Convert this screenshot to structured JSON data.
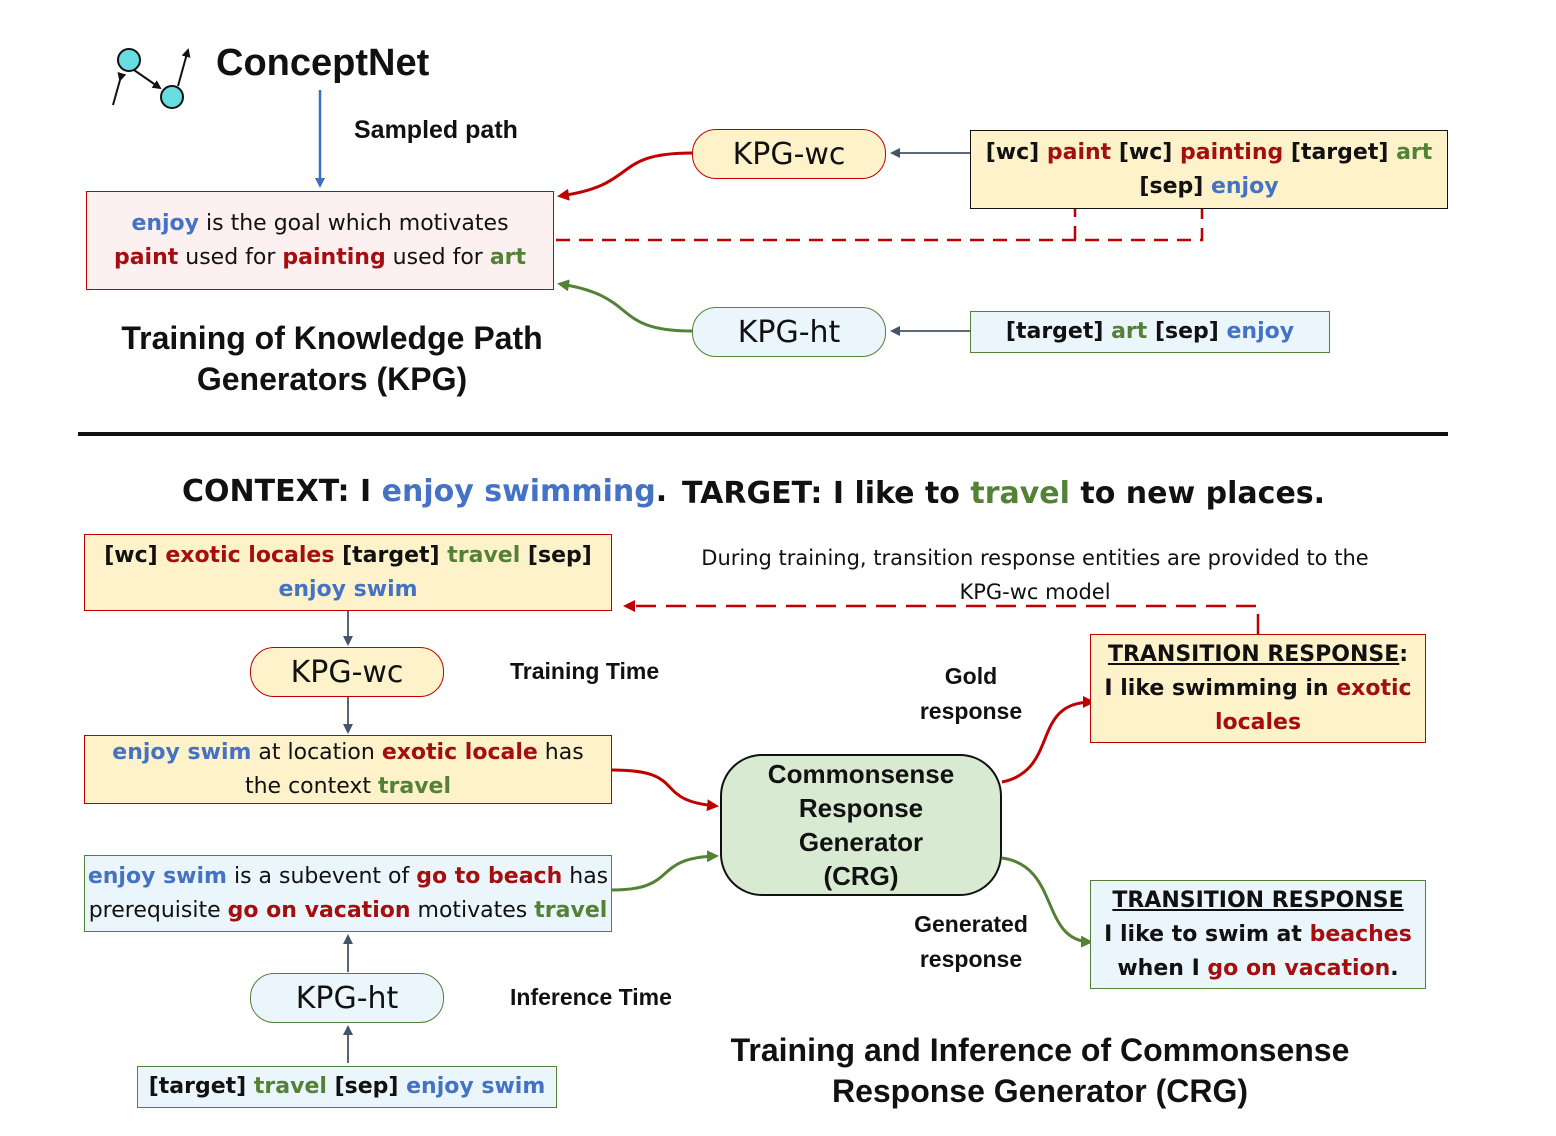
{
  "colors": {
    "head": "#4472c4",
    "relation": "#a50e0e",
    "tail": "#538135",
    "wc_fill": "#fef2cb",
    "ht_fill": "#eaf6fc",
    "path_fill": "#fdf0f0",
    "crg_fill": "#d8ead2"
  },
  "icons": [
    "graph-icon"
  ],
  "top": {
    "conceptnet": "ConceptNet",
    "sampled_path": "Sampled path",
    "path_box": {
      "line1": [
        "enjoy",
        " is the goal which motivates"
      ],
      "line2": [
        "paint",
        " used for ",
        "painting",
        " used for ",
        "art"
      ]
    },
    "kpg_wc": "KPG-wc",
    "kpg_ht": "KPG-ht",
    "wc_input": {
      "line1": [
        "[wc] ",
        "paint",
        " [wc] ",
        "painting",
        " [target] ",
        "art"
      ],
      "line2": [
        "[sep] ",
        "enjoy"
      ]
    },
    "ht_input": [
      "[target] ",
      "art",
      " [sep] ",
      "enjoy"
    ],
    "title": [
      "Training of Knowledge Path",
      "Generators (KPG)"
    ]
  },
  "bottom": {
    "context_label": "CONTEXT",
    "context": [
      "I ",
      "enjoy swimming",
      "."
    ],
    "target_label": "TARGET",
    "target": [
      "I like to ",
      "travel",
      " to new places."
    ],
    "wc_input": {
      "line1": [
        "[wc] ",
        "exotic locales",
        " [target] ",
        "travel",
        " [sep]"
      ],
      "line2": [
        "enjoy swim"
      ]
    },
    "note": [
      "During training, transition response entities are provided to the",
      "KPG-wc model"
    ],
    "kpg_wc": "KPG-wc",
    "training_time": "Training Time",
    "wc_path": {
      "line1": [
        "enjoy swim",
        " at location ",
        "exotic locale",
        " has"
      ],
      "line2": [
        "the context ",
        "travel"
      ]
    },
    "crg": [
      "Commonsense",
      "Response",
      "Generator",
      "(CRG)"
    ],
    "gold_response": [
      "Gold",
      "response"
    ],
    "gold_box": {
      "heading": "TRANSITION RESPONSE",
      "colon": ":",
      "line1": [
        "I like swimming in ",
        "exotic"
      ],
      "line2": [
        "locales"
      ]
    },
    "ht_path": {
      "line1": [
        "enjoy swim",
        " is a subevent of ",
        "go to beach",
        " has"
      ],
      "line2": [
        "prerequisite ",
        "go on vacation",
        " motivates ",
        "travel"
      ]
    },
    "kpg_ht": "KPG-ht",
    "inference_time": "Inference Time",
    "ht_input": [
      "[target] ",
      "travel",
      " [sep] ",
      "enjoy swim"
    ],
    "generated_response": [
      "Generated",
      "response"
    ],
    "gen_box": {
      "heading": "TRANSITION RESPONSE",
      "line1": [
        "I like to swim at ",
        "beaches"
      ],
      "line2": [
        "when I ",
        "go on vacation",
        "."
      ]
    },
    "title": [
      "Training and Inference of Commonsense",
      "Response Generator (CRG)"
    ]
  }
}
